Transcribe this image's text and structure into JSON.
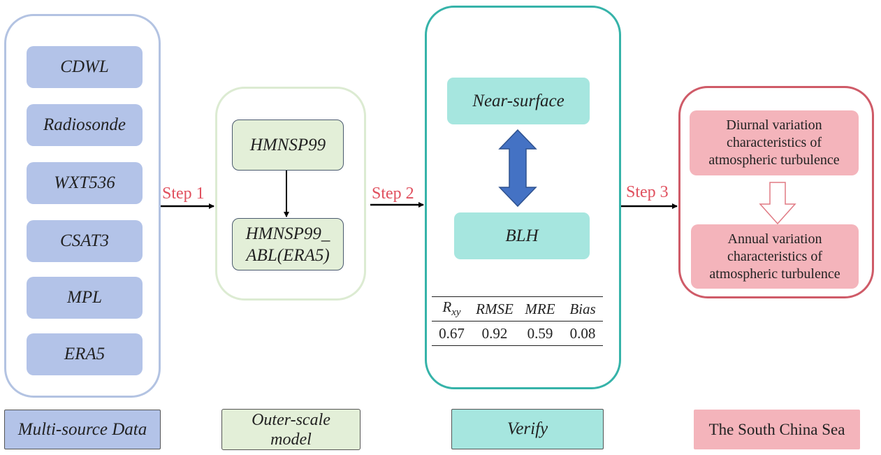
{
  "columns": {
    "data_sources": {
      "items": [
        "CDWL",
        "Radiosonde",
        "WXT536",
        "CSAT3",
        "MPL",
        "ERA5"
      ],
      "label": "Multi-source Data"
    },
    "model": {
      "top": "HMNSP99",
      "bottom_line1": "HMNSP99_",
      "bottom_line2": "ABL(ERA5)",
      "label_line1": "Outer-scale",
      "label_line2": "model"
    },
    "verify": {
      "top": "Near-surface",
      "bottom": "BLH",
      "label": "Verify",
      "metrics": {
        "headers": {
          "r_main": "R",
          "r_sub": "xy",
          "rmse": "RMSE",
          "mre": "MRE",
          "bias": "Bias"
        },
        "values": [
          "0.67",
          "0.92",
          "0.59",
          "0.08"
        ]
      }
    },
    "results": {
      "diurnal": [
        "Diurnal variation",
        "characteristics of",
        "atmospheric turbulence"
      ],
      "annual": [
        "Annual variation",
        "characteristics of",
        "atmospheric turbulence"
      ],
      "label": "The South China Sea"
    }
  },
  "steps": [
    "Step 1",
    "Step 2",
    "Step 3"
  ],
  "colors": {
    "blue": "#b3c3e8",
    "green": "#e3efd8",
    "teal": "#a6e6df",
    "pink": "#f4b4bb",
    "step_text": "#e0505e",
    "double_arrow": "#4472c4"
  }
}
